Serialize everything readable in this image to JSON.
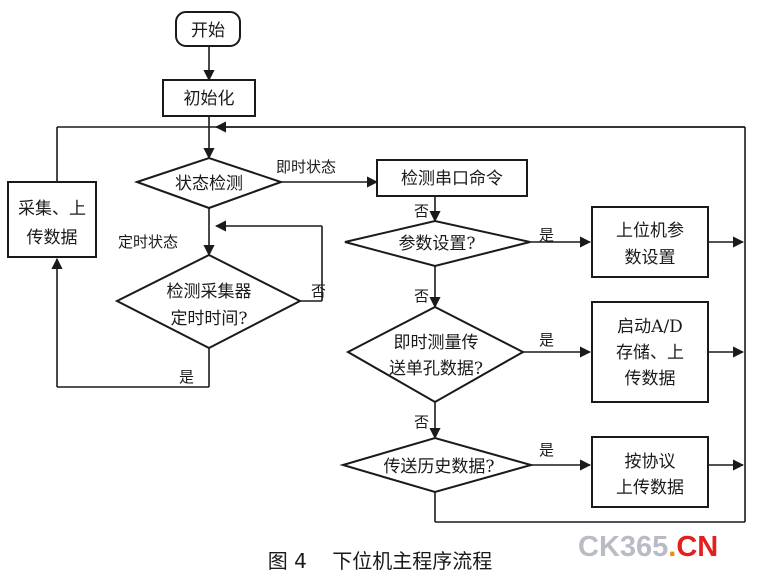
{
  "nodes": {
    "start": "开始",
    "init": "初始化",
    "state_check": "状态检测",
    "check_serial": "检测串口命令",
    "collect_upload_1": "采集、上",
    "collect_upload_2": "传数据",
    "check_timer_1": "检测采集器",
    "check_timer_2": "定时时间?",
    "param_setting": "参数设置?",
    "host_param_1": "上位机参",
    "host_param_2": "数设置",
    "instant_1": "即时测量传",
    "instant_2": "送单孔数据?",
    "start_ad_1": "启动A/D",
    "start_ad_2": "存储、上",
    "start_ad_3": "传数据",
    "history": "传送历史数据?",
    "protocol_1": "按协议",
    "protocol_2": "上传数据"
  },
  "edge_labels": {
    "instant_state": "即时状态",
    "timed_state": "定时状态",
    "yes": "是",
    "no": "否"
  },
  "caption": "图 4    下位机主程序流程",
  "logo": {
    "ck": "CK365",
    "dot": ".",
    "cn": "CN"
  },
  "colors": {
    "ink": "#1a1a1a",
    "logo_gray": "#b9bcc4",
    "logo_orange": "#f28a00",
    "logo_red": "#e31f1f"
  }
}
